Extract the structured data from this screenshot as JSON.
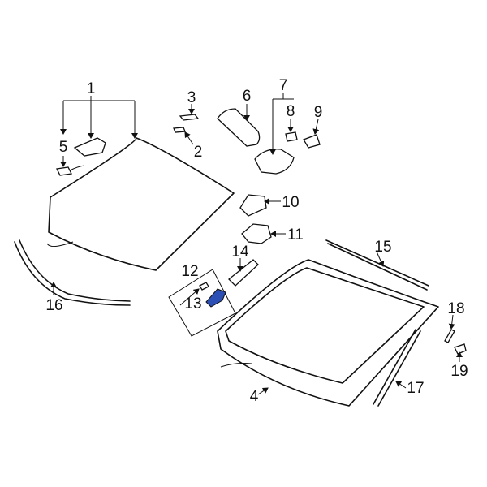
{
  "diagram": {
    "callouts": [
      "1",
      "2",
      "3",
      "4",
      "5",
      "6",
      "7",
      "8",
      "9",
      "10",
      "11",
      "12",
      "13",
      "14",
      "15",
      "16",
      "17",
      "18",
      "19"
    ],
    "highlighted_callout": "13",
    "highlight_color": "#2b4fb5"
  }
}
